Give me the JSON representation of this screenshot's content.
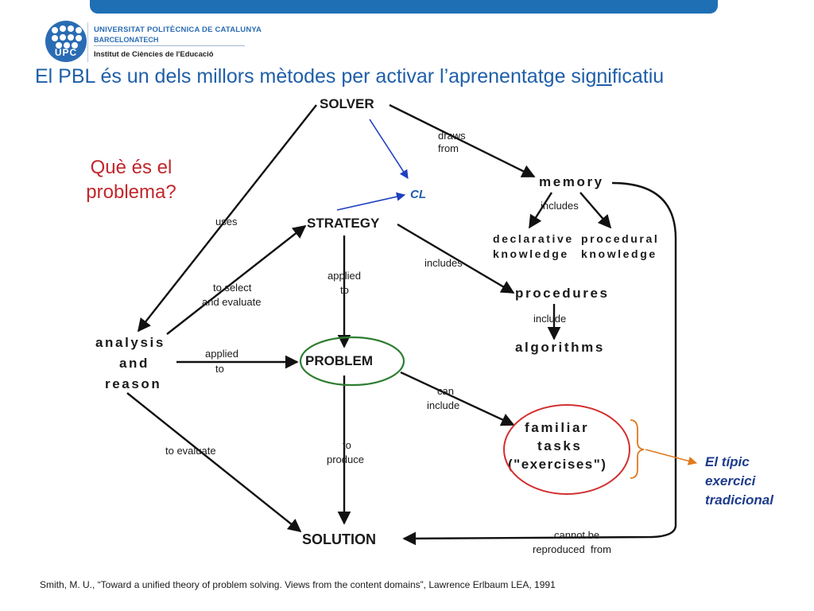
{
  "header": {
    "university": "UNIVERSITAT POLITÈCNICA DE CATALUNYA",
    "university_sub": "BARCELONATECH",
    "institute": "Institut de Ciències de l'Educació",
    "logo_text": "UPC"
  },
  "title": {
    "before": "El PBL és un dels millors mètodes per activar l’aprenentatge sig",
    "underlined": "ni",
    "after": "ficatiu"
  },
  "question": {
    "line1": "Què és el",
    "line2": "problema?"
  },
  "diagram": {
    "nodes": {
      "solver": "SOLVER",
      "memory": "memory",
      "strategy": "STRATEGY",
      "declarative_1": "declarative",
      "declarative_2": "knowledge",
      "procedural_1": "procedural",
      "procedural_2": "knowledge",
      "procedures": "procedures",
      "algorithms": "algorithms",
      "analysis_1": "analysis",
      "analysis_2": "and",
      "analysis_3": "reason",
      "problem": "PROBLEM",
      "familiar_1": "familiar",
      "familiar_2": "tasks",
      "familiar_3": "(\"exercises\")",
      "solution": "SOLUTION"
    },
    "edge_labels": {
      "draws_1": "draws",
      "draws_2": "from",
      "includes_memory": "includes",
      "uses": "uses",
      "includes_strategy": "includes",
      "include_procedures": "include",
      "to_select_1": "to select",
      "to_select_2": "and evaluate",
      "applied_to_strategy_1": "applied",
      "applied_to_strategy_2": "to",
      "applied_to_analysis_1": "applied",
      "applied_to_analysis_2": "to",
      "can_include_1": "can",
      "can_include_2": "include",
      "to_evaluate": "to evaluate",
      "to_produce_1": "to",
      "to_produce_2": "produce",
      "cannot_1": "cannot be",
      "cannot_2": "reproduced  from"
    },
    "cl_label": "CL",
    "note": {
      "line1": "El típic",
      "line2": "exercici",
      "line3": "tradicional"
    }
  },
  "citation": "Smith, M. U., “Toward a unified theory of problem solving. Views from the content domains”, Lawrence Erlbaum LEA, 1991",
  "colors": {
    "brand_blue": "#1f6fb5",
    "title_blue": "#1f5fa8",
    "question_red": "#c1272d",
    "problem_circle_green": "#2e7d32",
    "familiar_circle_red": "#d32f2f",
    "brace_orange": "#e07a1f",
    "cl_arrow_blue": "#1e3fbf"
  }
}
